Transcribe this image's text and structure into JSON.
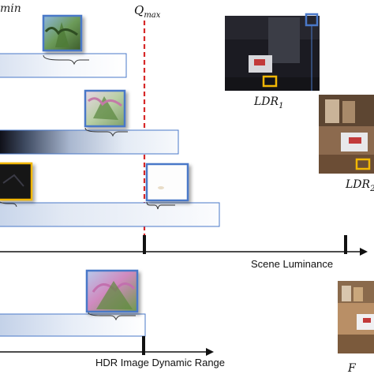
{
  "labels": {
    "q_min": "min",
    "q_max_base": "Q",
    "q_max_sub": "max",
    "ldr1_base": "LDR",
    "ldr1_sub": "1",
    "ldr2_base": "LDR",
    "ldr2_sub": "2",
    "scene_axis": "Scene Luminance",
    "hdr_axis": "HDR Image Dynamic Range",
    "partial_label": "F"
  },
  "colors": {
    "frame_blue": "#4a78c8",
    "highlight_orange": "#f2b705",
    "q_max_line": "#d62828",
    "axis": "#111111"
  }
}
